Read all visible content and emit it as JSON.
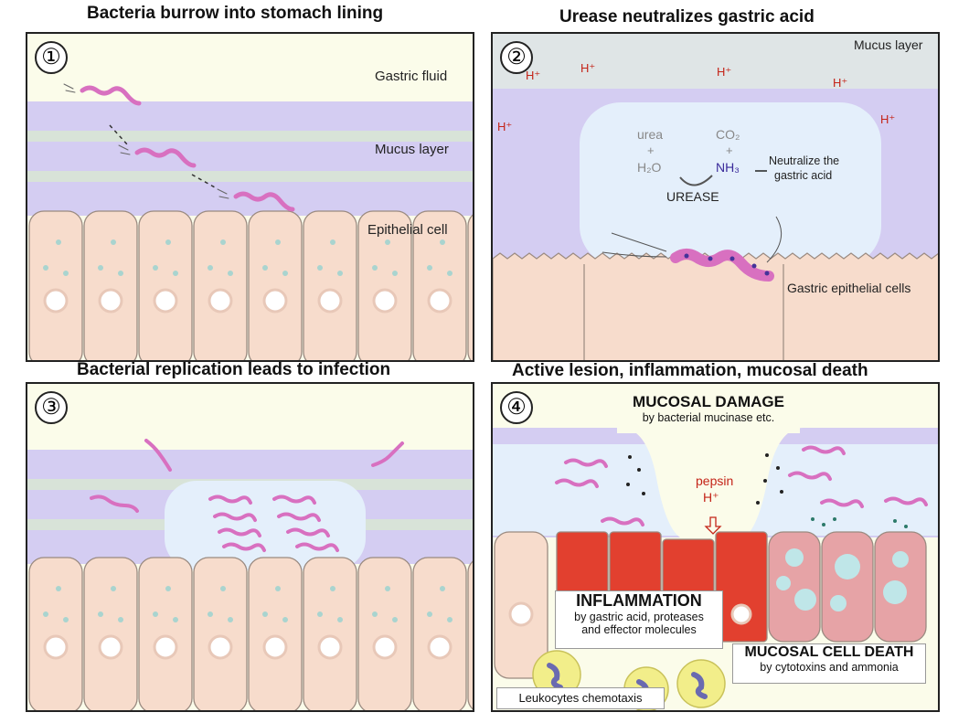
{
  "headings": {
    "p1": "Bacteria burrow into stomach lining",
    "p2": "Urease neutralizes gastric acid",
    "p3": "Bacterial replication leads to infection",
    "p4": "Active lesion, inflammation, mucosal death"
  },
  "panel1": {
    "number": "①",
    "gastric_fluid": "Gastric fluid",
    "mucus_layer": "Mucus layer",
    "epithelial_cell": "Epithelial cell"
  },
  "panel2": {
    "number": "②",
    "mucus_layer": "Mucus layer",
    "hplus": "H⁺",
    "urea": "urea",
    "plus": "+",
    "h2o": "H₂O",
    "co2": "CO₂",
    "nh3": "NH₃",
    "neutralize_line1": "Neutralize the",
    "neutralize_line2": "gastric acid",
    "urease": "UREASE",
    "gastric_epithelial_cells": "Gastric epithelial cells"
  },
  "panel3": {
    "number": "③"
  },
  "panel4": {
    "number": "④",
    "mucosal_damage": "MUCOSAL DAMAGE",
    "mucosal_damage_sub": "by bacterial mucinase etc.",
    "pepsin": "pepsin",
    "hplus": "H⁺",
    "inflammation": "INFLAMMATION",
    "inflammation_sub1": "by gastric acid, proteases",
    "inflammation_sub2": "and effector molecules",
    "cell_death": "MUCOSAL CELL DEATH",
    "cell_death_sub": "by cytotoxins and ammonia",
    "leukocytes": "Leukocytes chemotaxis"
  },
  "colors": {
    "gastric_fluid": "#fbfcea",
    "mucus_purple": "#d4cdf2",
    "mucus_green": "#d8e3d8",
    "epithelial": "#f7dccc",
    "bacterium": "#d870c0",
    "inflamed": "#e2402f",
    "acid": "#c42418"
  }
}
